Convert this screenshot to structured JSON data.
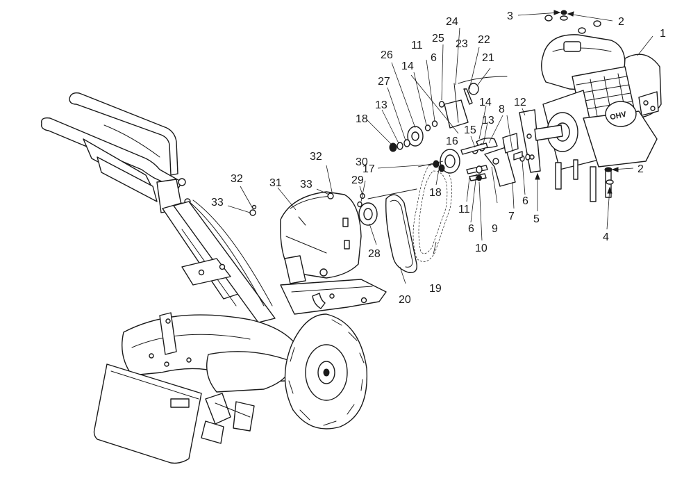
{
  "callouts": [
    {
      "id": "c1",
      "text": "1"
    },
    {
      "id": "c2a",
      "text": "2"
    },
    {
      "id": "c2b",
      "text": "2"
    },
    {
      "id": "c3",
      "text": "3"
    },
    {
      "id": "c4",
      "text": "4"
    },
    {
      "id": "c5",
      "text": "5"
    },
    {
      "id": "c6a",
      "text": "6"
    },
    {
      "id": "c6b",
      "text": "6"
    },
    {
      "id": "c6c",
      "text": "6"
    },
    {
      "id": "c7",
      "text": "7"
    },
    {
      "id": "c8",
      "text": "8"
    },
    {
      "id": "c9",
      "text": "9"
    },
    {
      "id": "c10",
      "text": "10"
    },
    {
      "id": "c11a",
      "text": "11"
    },
    {
      "id": "c11b",
      "text": "11"
    },
    {
      "id": "c12",
      "text": "12"
    },
    {
      "id": "c13a",
      "text": "13"
    },
    {
      "id": "c13b",
      "text": "13"
    },
    {
      "id": "c14a",
      "text": "14"
    },
    {
      "id": "c14b",
      "text": "14"
    },
    {
      "id": "c15",
      "text": "15"
    },
    {
      "id": "c16",
      "text": "16"
    },
    {
      "id": "c17",
      "text": "17"
    },
    {
      "id": "c18a",
      "text": "18"
    },
    {
      "id": "c18b",
      "text": "18"
    },
    {
      "id": "c19",
      "text": "19"
    },
    {
      "id": "c20",
      "text": "20"
    },
    {
      "id": "c21",
      "text": "21"
    },
    {
      "id": "c22",
      "text": "22"
    },
    {
      "id": "c23",
      "text": "23"
    },
    {
      "id": "c24",
      "text": "24"
    },
    {
      "id": "c25",
      "text": "25"
    },
    {
      "id": "c26",
      "text": "26"
    },
    {
      "id": "c27",
      "text": "27"
    },
    {
      "id": "c28",
      "text": "28"
    },
    {
      "id": "c29",
      "text": "29"
    },
    {
      "id": "c30",
      "text": "30"
    },
    {
      "id": "c31",
      "text": "31"
    },
    {
      "id": "c32a",
      "text": "32"
    },
    {
      "id": "c32b",
      "text": "32"
    },
    {
      "id": "c33a",
      "text": "33"
    },
    {
      "id": "c33b",
      "text": "33"
    }
  ],
  "engine_label": "OHV"
}
